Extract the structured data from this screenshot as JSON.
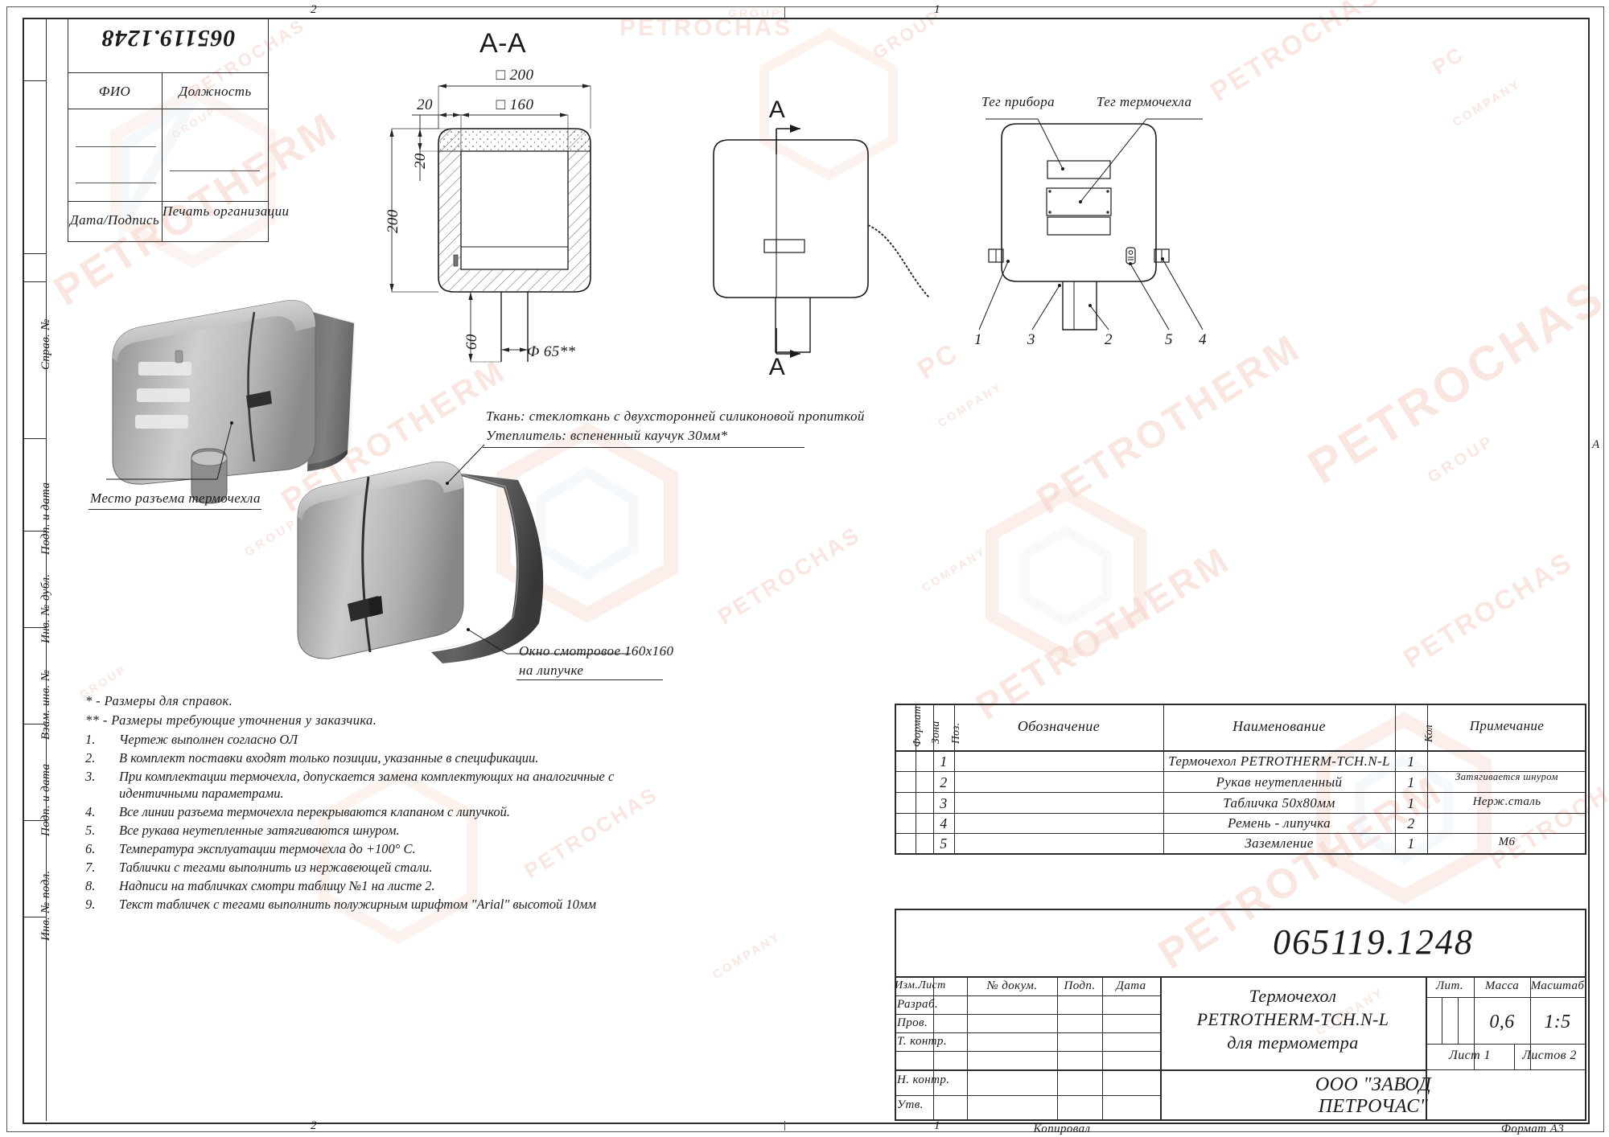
{
  "sheet": {
    "format": "Формат A3",
    "copy_label": "Копировал",
    "zone_top_left": "2",
    "zone_top_right": "1",
    "zone_bottom_left": "2",
    "zone_bottom_right": "1",
    "zone_right_mid": "A"
  },
  "left_margin_labels": [
    "Справ. №",
    "Подп. и дата",
    "Инв. № дубл.",
    "Взам. инв. №",
    "Подп. и дата",
    "Инв. № подл."
  ],
  "approval_table": {
    "drawing_number": "065119.1248",
    "col1": "ФИО",
    "col2": "Должность",
    "row_label1": "Дата/Подпись",
    "row_label2": "Печать организации"
  },
  "section_view": {
    "title": "А-А",
    "dim_outer": "□ 200",
    "dim_inner": "□ 160",
    "dim_left_20": "20",
    "dim_top_20": "20",
    "dim_height_200": "200",
    "dim_60": "60",
    "dim_diam": "Ф 65**"
  },
  "views": {
    "arrow_top": "А",
    "arrow_bottom": "А",
    "callout_device_tag": "Тег прибора",
    "callout_cover_tag": "Тег термочехла",
    "balloons": [
      "1",
      "3",
      "2",
      "5",
      "4"
    ]
  },
  "annotations": {
    "fabric_line1": "Ткань: стеклоткань с двухсторонней силиконовой пропиткой",
    "fabric_line2": "Утеплитель: вспененный каучук 30мм*",
    "connector": "Место разъема термочехла",
    "window_line1": "Окно смотровое 160х160",
    "window_line2": "на липучке"
  },
  "notes": {
    "star1": "* - Размеры для справок.",
    "star2": "** - Размеры требующие уточнения у заказчика.",
    "items": [
      {
        "n": "1.",
        "text": "Чертеж выполнен согласно ОЛ"
      },
      {
        "n": "2.",
        "text": "В комплект поставки входят только позиции, указанные в спецификации."
      },
      {
        "n": "3.",
        "text": "При комплектации термочехла, допускается замена комплектующих на аналогичные с идентичными параметрами."
      },
      {
        "n": "4.",
        "text": "Все линии разъема термочехла перекрываются клапаном с липучкой."
      },
      {
        "n": "5.",
        "text": "Все рукава неутепленные затягиваются шнуром."
      },
      {
        "n": "6.",
        "text": "Температура эксплуатации термочехла до +100° С."
      },
      {
        "n": "7.",
        "text": "Таблички с тегами выполнить из нержавеющей стали."
      },
      {
        "n": "8.",
        "text": "Надписи на табличках смотри таблицу №1 на листе 2."
      },
      {
        "n": "9.",
        "text": "Текст табличек с тегами выполнить полужирным шрифтом \"Arial\" высотой 10мм"
      }
    ]
  },
  "bom": {
    "headers": {
      "format": "Формат",
      "zone": "Зона",
      "pos": "Поз.",
      "designation": "Обозначение",
      "name": "Наименование",
      "qty": "Кол",
      "note": "Примечание"
    },
    "rows": [
      {
        "pos": "1",
        "designation": "",
        "name": "Термочехол PETROTHERM-TCH.N-L",
        "qty": "1",
        "note": ""
      },
      {
        "pos": "2",
        "designation": "",
        "name": "Рукав неутепленный",
        "qty": "1",
        "note": "Затягивается шнуром"
      },
      {
        "pos": "3",
        "designation": "",
        "name": "Табличка 50х80мм",
        "qty": "1",
        "note": "Нерж.сталь"
      },
      {
        "pos": "4",
        "designation": "",
        "name": "Ремень - липучка",
        "qty": "2",
        "note": ""
      },
      {
        "pos": "5",
        "designation": "",
        "name": "Заземление",
        "qty": "1",
        "note": "М6"
      }
    ]
  },
  "title_block": {
    "doc_number": "065119.1248",
    "product_line1": "Термочехол",
    "product_line2": "PETROTHERM-TCH.N-L",
    "product_line3": "для термометра",
    "company_line1": "ООО \"ЗАВОД",
    "company_line2": "ПЕТРОЧАС\"",
    "rev_headers": {
      "izm": "Изм.",
      "list": "Лист",
      "doc": "№ докум.",
      "sign": "Подп.",
      "date": "Дата"
    },
    "izm_list_combined": "Изм.Лист",
    "roles": [
      "Разраб.",
      "Пров.",
      "Т. контр.",
      "Н. контр.",
      "Утв."
    ],
    "lit_label": "Лит.",
    "mass_label": "Масса",
    "scale_label": "Масштаб",
    "mass_value": "0,6",
    "scale_value": "1:5",
    "sheet_label": "Лист 1",
    "sheets_label": "Листов 2"
  },
  "watermarks": {
    "brand": "PETROCHAS",
    "group": "GROUP",
    "company": "COMPANY",
    "petrotherm": "PETROTHERM",
    "pc": "PC"
  },
  "colors": {
    "line": "#2b2b2b",
    "thin": "#555555",
    "wm_warm": "#f2c9bd",
    "wm_cool": "#dfe6f2",
    "metal_light": "#d6d6d6",
    "metal_mid": "#a9a9a9",
    "metal_dark": "#6f6f6f",
    "fabric_dark": "#3a3a3a"
  }
}
